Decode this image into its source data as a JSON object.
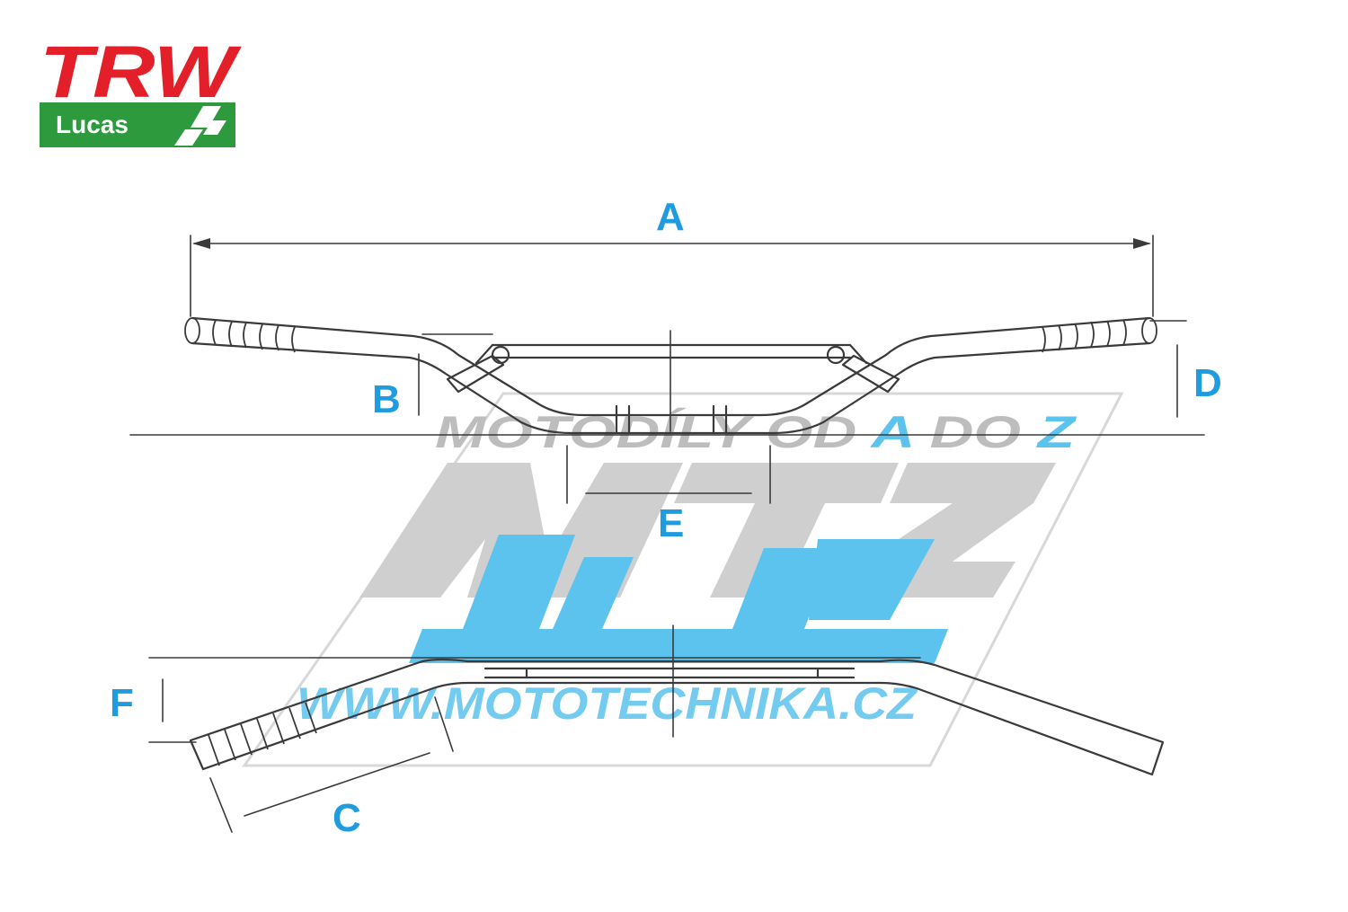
{
  "logo": {
    "top_text": "TRW",
    "bottom_text": "Lucas",
    "colors": {
      "red": "#e3202a",
      "green": "#2e9a3e"
    }
  },
  "watermark": {
    "top_line": "MOTODÍLY OD A DO Z",
    "top_line_parts": {
      "lead": "MOTODÍLY OD ",
      "a": "A",
      "mid": " DO ",
      "z": "Z"
    },
    "big": {
      "m": "M",
      "t": "T",
      "z": "Z"
    },
    "url": "WWW.MOTOTECHNIKA.CZ",
    "colors": {
      "grey": "#cfcfcf",
      "blue": "#5cc2ee",
      "outline": "#d8d8d8"
    }
  },
  "dimensions": {
    "a": "A",
    "b": "B",
    "c": "C",
    "d": "D",
    "e": "E",
    "f": "F",
    "color": "#1f9be0"
  }
}
